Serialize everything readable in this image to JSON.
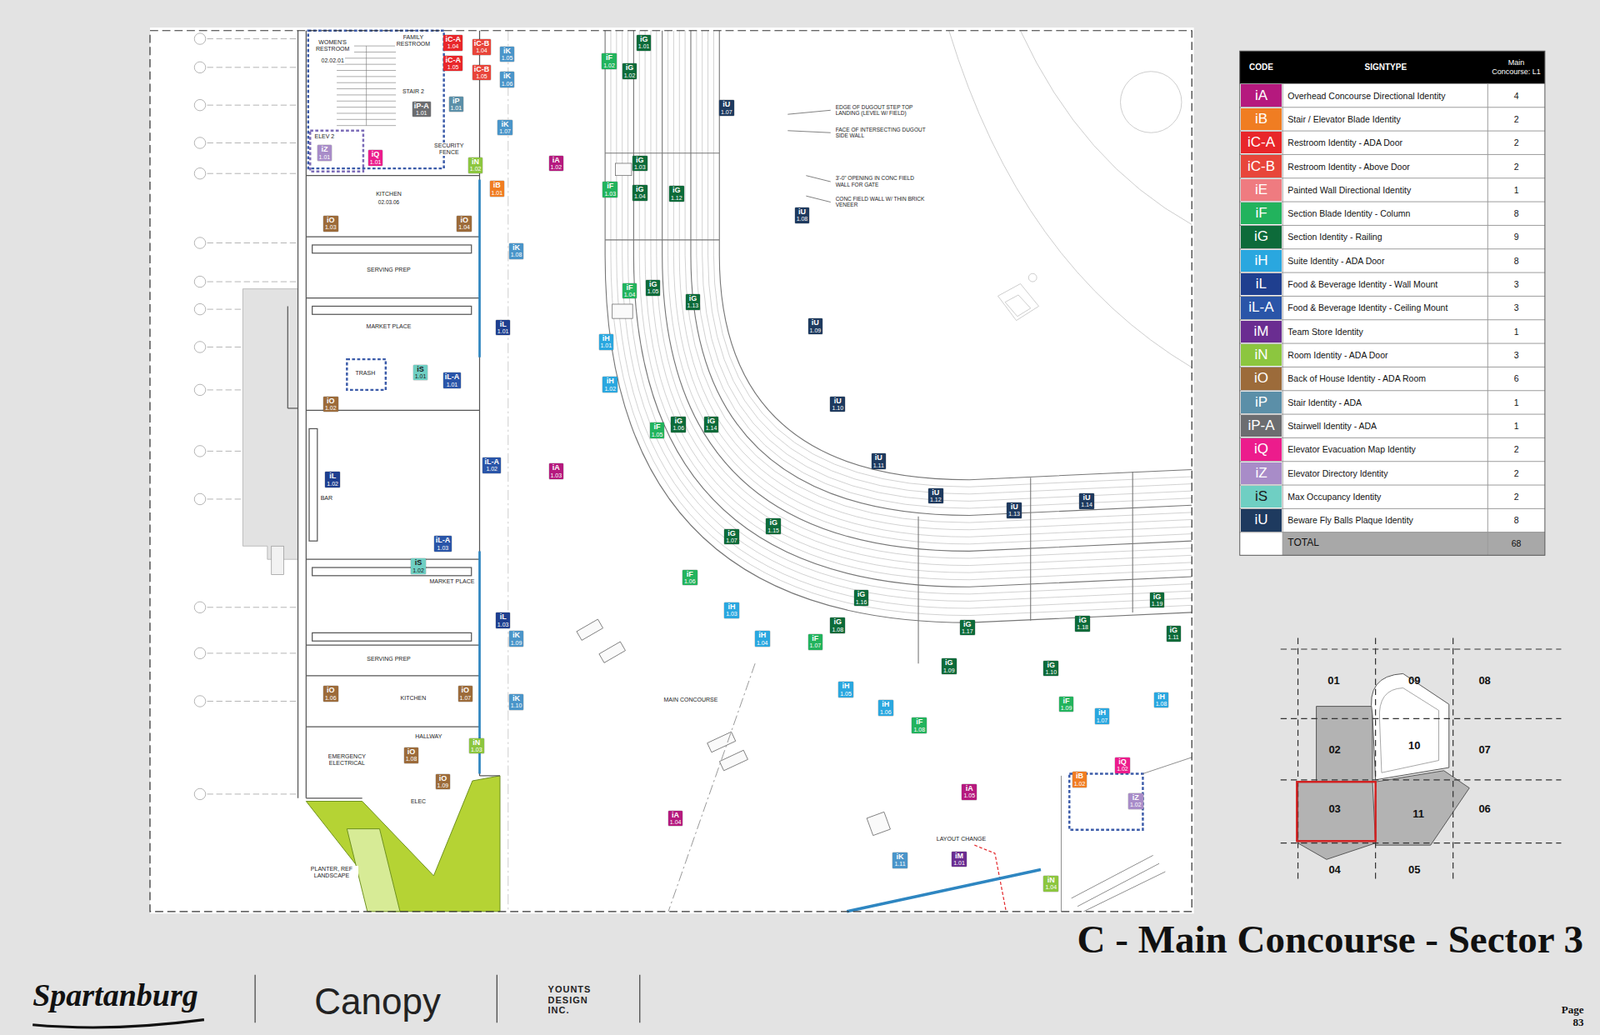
{
  "diagram": {
    "title": "C - Main Concourse - Sector 3",
    "nodes": [
      {
        "text": [
          "iC-A",
          "1.04"
        ]
      },
      {
        "text": [
          "iC-B",
          "1.04"
        ]
      },
      {
        "text": [
          "iK",
          "1.05"
        ]
      },
      {
        "text": [
          "iC-A",
          "1.05"
        ]
      },
      {
        "text": [
          "iC-B",
          "1.05"
        ]
      },
      {
        "text": [
          "iK",
          "1.06"
        ]
      },
      {
        "text": [
          "iP-A",
          "1.01"
        ]
      },
      {
        "text": [
          "iP",
          "1.01"
        ]
      },
      {
        "text": [
          "iK",
          "1.07"
        ]
      },
      {
        "text": [
          "iZ",
          "1.01"
        ]
      },
      {
        "text": [
          "iQ",
          "1.01"
        ]
      },
      {
        "text": [
          "iN",
          "1.02"
        ]
      },
      {
        "text": [
          "iB",
          "1.01"
        ]
      },
      {
        "text": [
          "iA",
          "1.02"
        ]
      },
      {
        "text": [
          "iO",
          "1.03"
        ]
      },
      {
        "text": [
          "iO",
          "1.04"
        ]
      },
      {
        "text": [
          "iK",
          "1.08"
        ]
      },
      {
        "text": [
          "iL",
          "1.01"
        ]
      },
      {
        "text": [
          "iS",
          "1.01"
        ]
      },
      {
        "text": [
          "iL-A",
          "1.01"
        ]
      },
      {
        "text": [
          "iO",
          "1.02"
        ]
      },
      {
        "text": [
          "iL-A",
          "1.02"
        ]
      },
      {
        "text": [
          "iL",
          "1.02"
        ]
      },
      {
        "text": [
          "iA",
          "1.03"
        ]
      },
      {
        "text": [
          "iL-A",
          "1.03"
        ]
      },
      {
        "text": [
          "iS",
          "1.02"
        ]
      },
      {
        "text": [
          "iL",
          "1.03"
        ]
      },
      {
        "text": [
          "iK",
          "1.09"
        ]
      },
      {
        "text": [
          "iO",
          "1.06"
        ]
      },
      {
        "text": [
          "iO",
          "1.07"
        ]
      },
      {
        "text": [
          "iK",
          "1.10"
        ]
      },
      {
        "text": [
          "iN",
          "1.03"
        ]
      },
      {
        "text": [
          "iO",
          "1.08"
        ]
      },
      {
        "text": [
          "iO",
          "1.09"
        ]
      },
      {
        "text": [
          "iF",
          "1.02"
        ]
      },
      {
        "text": [
          "iG",
          "1.01"
        ]
      },
      {
        "text": [
          "iG",
          "1.02"
        ]
      },
      {
        "text": [
          "iU",
          "1.07"
        ]
      },
      {
        "text": [
          "iF",
          "1.03"
        ]
      },
      {
        "text": [
          "iG",
          "1.03"
        ]
      },
      {
        "text": [
          "iG",
          "1.04"
        ]
      },
      {
        "text": [
          "iG",
          "1.12"
        ]
      },
      {
        "text": [
          "iU",
          "1.08"
        ]
      },
      {
        "text": [
          "iF",
          "1.04"
        ]
      },
      {
        "text": [
          "iG",
          "1.05"
        ]
      },
      {
        "text": [
          "iG",
          "1.13"
        ]
      },
      {
        "text": [
          "iU",
          "1.09"
        ]
      },
      {
        "text": [
          "iH",
          "1.01"
        ]
      },
      {
        "text": [
          "iH",
          "1.02"
        ]
      },
      {
        "text": [
          "iU",
          "1.10"
        ]
      },
      {
        "text": [
          "iF",
          "1.05"
        ]
      },
      {
        "text": [
          "iG",
          "1.06"
        ]
      },
      {
        "text": [
          "iG",
          "1.14"
        ]
      },
      {
        "text": [
          "iU",
          "1.11"
        ]
      },
      {
        "text": [
          "iU",
          "1.12"
        ]
      },
      {
        "text": [
          "iU",
          "1.13"
        ]
      },
      {
        "text": [
          "iU",
          "1.14"
        ]
      },
      {
        "text": [
          "iG",
          "1.07"
        ]
      },
      {
        "text": [
          "iG",
          "1.15"
        ]
      },
      {
        "text": [
          "iF",
          "1.06"
        ]
      },
      {
        "text": [
          "iH",
          "1.03"
        ]
      },
      {
        "text": [
          "iH",
          "1.04"
        ]
      },
      {
        "text": [
          "iG",
          "1.08"
        ]
      },
      {
        "text": [
          "iG",
          "1.16"
        ]
      },
      {
        "text": [
          "iF",
          "1.07"
        ]
      },
      {
        "text": [
          "iG",
          "1.09"
        ]
      },
      {
        "text": [
          "iG",
          "1.17"
        ]
      },
      {
        "text": [
          "iG",
          "1.10"
        ]
      },
      {
        "text": [
          "iG",
          "1.18"
        ]
      },
      {
        "text": [
          "iG",
          "1.19"
        ]
      },
      {
        "text": [
          "iG",
          "1.11"
        ]
      },
      {
        "text": [
          "iH",
          "1.05"
        ]
      },
      {
        "text": [
          "iH",
          "1.06"
        ]
      },
      {
        "text": [
          "iF",
          "1.08"
        ]
      },
      {
        "text": [
          "iF",
          "1.09"
        ]
      },
      {
        "text": [
          "iH",
          "1.07"
        ]
      },
      {
        "text": [
          "iH",
          "1.08"
        ]
      },
      {
        "text": [
          "iB",
          "1.02"
        ]
      },
      {
        "text": [
          "iQ",
          "1.02"
        ]
      },
      {
        "text": [
          "iZ",
          "1.02"
        ]
      },
      {
        "text": [
          "iA",
          "1.05"
        ]
      },
      {
        "text": [
          "iA",
          "1.04"
        ]
      },
      {
        "text": [
          "iK",
          "1.11"
        ]
      },
      {
        "text": [
          "iM",
          "1.01"
        ]
      },
      {
        "text": [
          "iN",
          "1.04"
        ]
      }
    ],
    "labels": [
      "WOMEN'S RESTROOM",
      "02.02.01",
      "FAMILY RESTROOM",
      "STAIR 2",
      "ELEV 2",
      "SECURITY FENCE",
      "KITCHEN",
      "02.03.06",
      "SERVING PREP",
      "MARKET PLACE",
      "TRASH",
      "BAR",
      "MARKET PLACE",
      "SERVING PREP",
      "KITCHEN",
      "HALLWAY",
      "EMERGENCY ELECTRICAL",
      "ELEC",
      "PLANTER, REF LANDSCAPE",
      "MAIN CONCOURSE",
      "LAYOUT CHANGE",
      "EDGE OF DUGOUT STEP TOP LANDING (LEVEL W/ FIELD)",
      "FACE OF INTERSECTING DUGOUT SIDE WALL",
      "3'-0\" OPENING IN CONC FIELD WALL FOR GATE",
      "CONC FIELD WALL W/ THIN BRICK VENEER",
      "CODE",
      "SIGNTYPE",
      "Main Concourse: L1",
      "Overhead Concourse Directional Identity",
      "Stair / Elevator Blade Identity",
      "Restroom Identity - ADA Door",
      "Restroom Identity - Above Door",
      "Painted Wall Directional Identity",
      "Section Blade Identity - Column",
      "Section Identity - Railing",
      "Suite Identity - ADA Door",
      "Food & Beverage Identity - Wall Mount",
      "Food & Beverage Identity - Ceiling Mount",
      "Team Store Identity",
      "Room Identity - ADA Door",
      "Back of House Identity - ADA Room",
      "Stair Identity - ADA",
      "Stairwell Identity - ADA",
      "Elevator Evacuation Map Identity",
      "Elevator Directory Identity",
      "Max Occupancy Identity",
      "Beware Fly Balls Plaque Identity",
      "4",
      "2",
      "2",
      "2",
      "1",
      "8",
      "9",
      "8",
      "3",
      "3",
      "1",
      "3",
      "6",
      "1",
      "1",
      "2",
      "2",
      "2",
      "8",
      "TOTAL",
      "68",
      "01",
      "09",
      "08",
      "02",
      "10",
      "07",
      "03",
      "11",
      "06",
      "04",
      "05",
      "Spartanburg",
      "Canopy",
      "YOUNTS DESIGN INC.",
      "Page 83"
    ],
    "legend": [
      {
        "text": "iA",
        "color": "#b5197e"
      },
      {
        "text": "iB",
        "color": "#f07d22"
      },
      {
        "text": "iC-A",
        "color": "#e8262a"
      },
      {
        "text": "iC-B",
        "color": "#e8453a"
      },
      {
        "text": "iE",
        "color": "#ef7b80"
      },
      {
        "text": "iF",
        "color": "#22b35d"
      },
      {
        "text": "iG",
        "color": "#0d6b3a"
      },
      {
        "text": "iH",
        "color": "#2aa7df"
      },
      {
        "text": "iL",
        "color": "#1f3f8f"
      },
      {
        "text": "iL-A",
        "color": "#2a55a8"
      },
      {
        "text": "iM",
        "color": "#6a2d91"
      },
      {
        "text": "iN",
        "color": "#8cc63f"
      },
      {
        "text": "iO",
        "color": "#9c6b3a"
      },
      {
        "text": "iP",
        "color": "#5b8fa8"
      },
      {
        "text": "iP-A",
        "color": "#6c6d70"
      },
      {
        "text": "iQ",
        "color": "#ec1c8c"
      },
      {
        "text": "iZ",
        "color": "#a88cc8"
      },
      {
        "text": "iS",
        "color": "#6fcfc3"
      },
      {
        "text": "iU",
        "color": "#1e3a5f"
      }
    ]
  }
}
